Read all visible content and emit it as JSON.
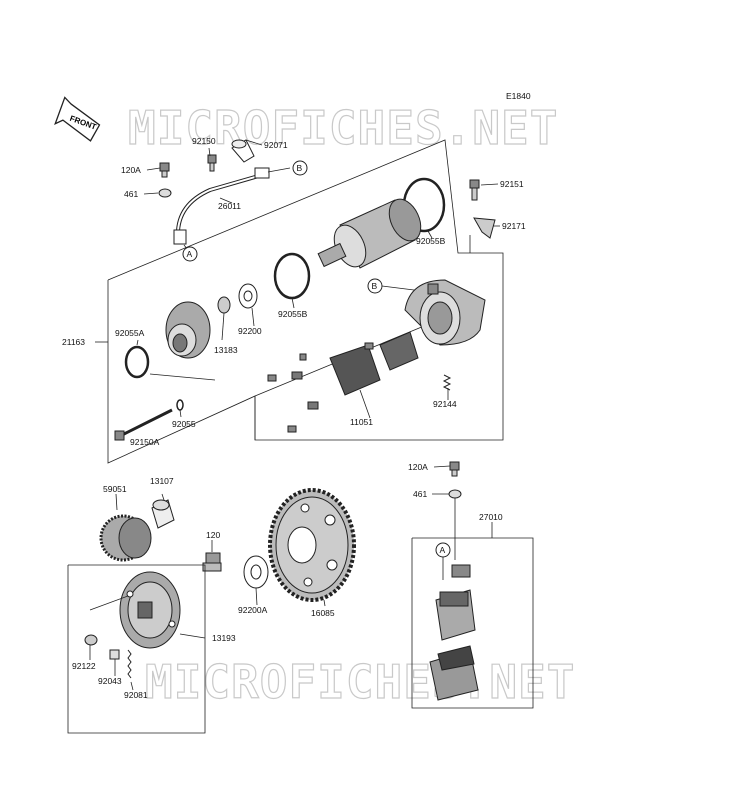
{
  "diagram": {
    "code": "E1840",
    "front_label": "FRONT",
    "watermark": "MICROFICHES.NET",
    "callouts": {
      "a": "A",
      "b": "B"
    },
    "parts": {
      "p92150": "92150",
      "p92071": "92071",
      "p120A_top": "120A",
      "p461_top": "461",
      "p26011": "26011",
      "p92151": "92151",
      "p92171": "92171",
      "p92055B_a": "92055B",
      "p92055B_b": "92055B",
      "p21163": "21163",
      "p92055A": "92055A",
      "p13183": "13183",
      "p92200": "92200",
      "p92055": "92055",
      "p92150A": "92150A",
      "p11051": "11051",
      "p92144": "92144",
      "p120A_bot": "120A",
      "p461_bot": "461",
      "p27010": "27010",
      "p59051": "59051",
      "p13107": "13107",
      "p120": "120",
      "p92200A": "92200A",
      "p16085": "16085",
      "p13193": "13193",
      "p92122": "92122",
      "p92043": "92043",
      "p92081": "92081"
    }
  }
}
